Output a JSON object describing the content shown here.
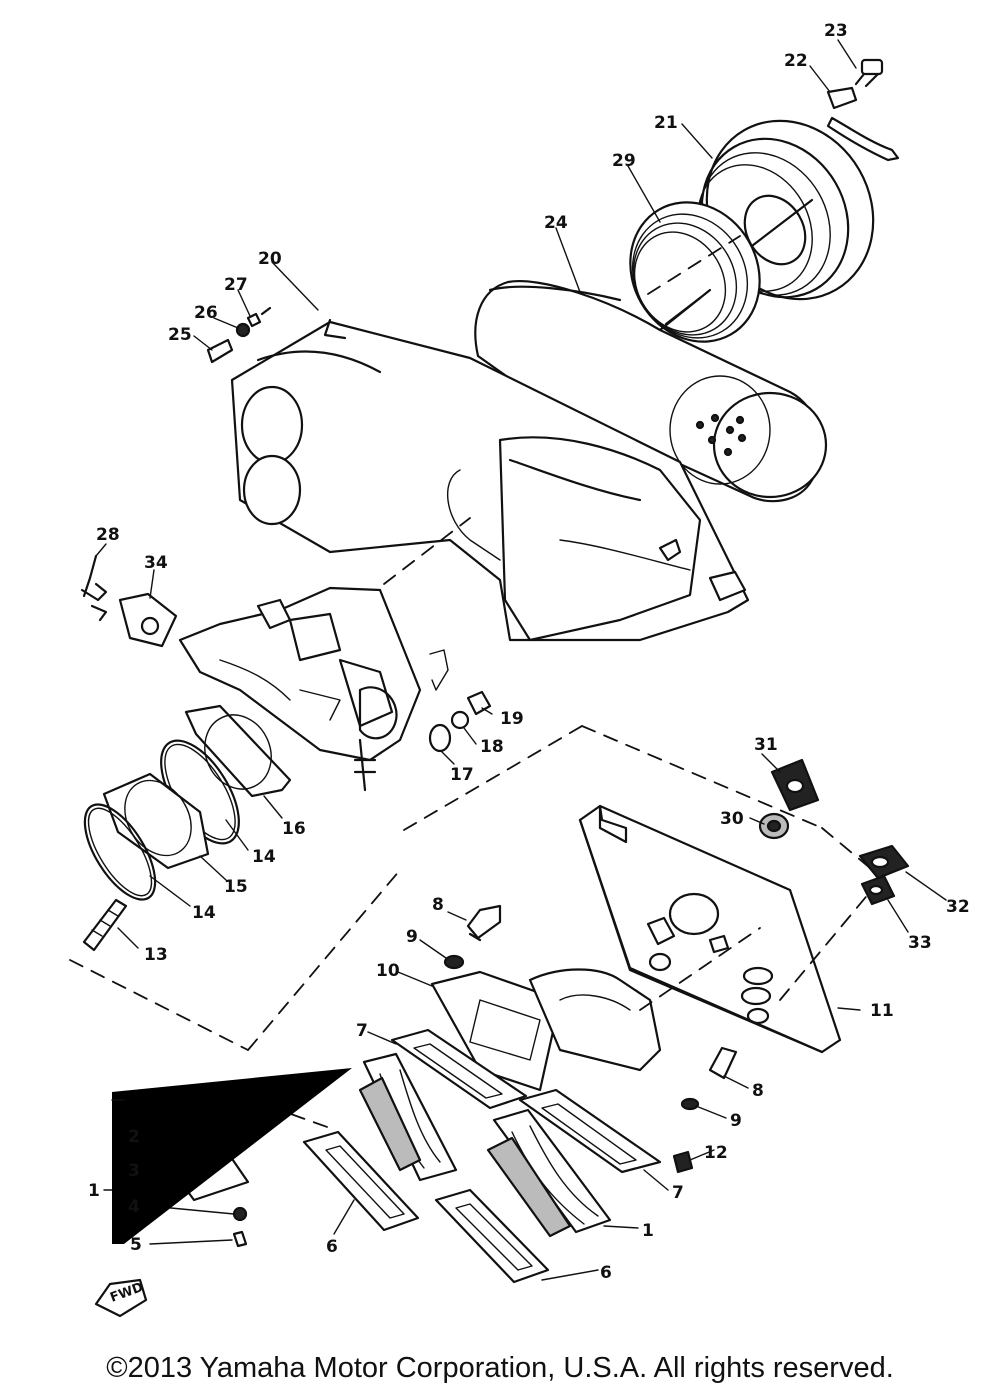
{
  "diagram": {
    "labels": {
      "p1a": "1",
      "p1b": "1",
      "p2": "2",
      "p3": "3",
      "p4": "4",
      "p5": "5",
      "p6a": "6",
      "p6b": "6",
      "p7a": "7",
      "p7b": "7",
      "p8a": "8",
      "p8b": "8",
      "p9a": "9",
      "p9b": "9",
      "p10": "10",
      "p11": "11",
      "p12": "12",
      "p13": "13",
      "p14a": "14",
      "p14b": "14",
      "p15": "15",
      "p16": "16",
      "p17": "17",
      "p18": "18",
      "p19": "19",
      "p20": "20",
      "p21": "21",
      "p22": "22",
      "p23": "23",
      "p24": "24",
      "p25": "25",
      "p26": "26",
      "p27": "27",
      "p28": "28",
      "p29": "29",
      "p30": "30",
      "p31": "31",
      "p32": "32",
      "p33": "33",
      "p34": "34"
    },
    "stamp": "FWD"
  },
  "footer": {
    "copyright": "©2013 Yamaha Motor Corporation, U.S.A. All rights reserved."
  }
}
